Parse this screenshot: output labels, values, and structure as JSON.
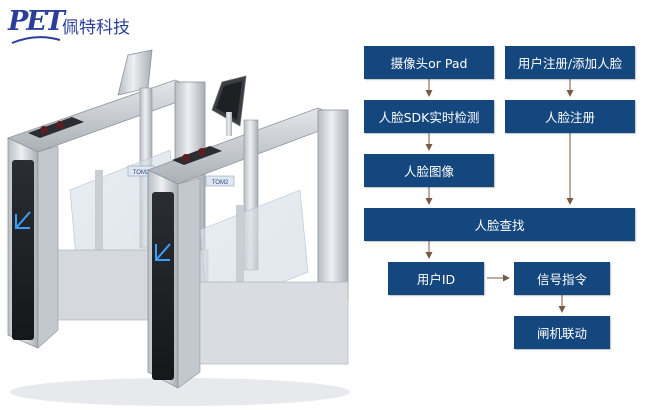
{
  "logo": {
    "mark": "PET",
    "text": "佩特科技"
  },
  "gate": {
    "badge_text": "TOM2"
  },
  "flow": {
    "camera": "摄像头or Pad",
    "register_add": "用户注册/添加人脸",
    "sdk_detect": "人脸SDK实时检测",
    "face_register": "人脸注册",
    "face_image": "人脸图像",
    "face_search": "人脸查找",
    "user_id": "用户ID",
    "signal": "信号指令",
    "gate_link": "闸机联动"
  },
  "colors": {
    "box": "#15477f",
    "arrow": "#7a5a46",
    "brand": "#2b3f9a"
  }
}
